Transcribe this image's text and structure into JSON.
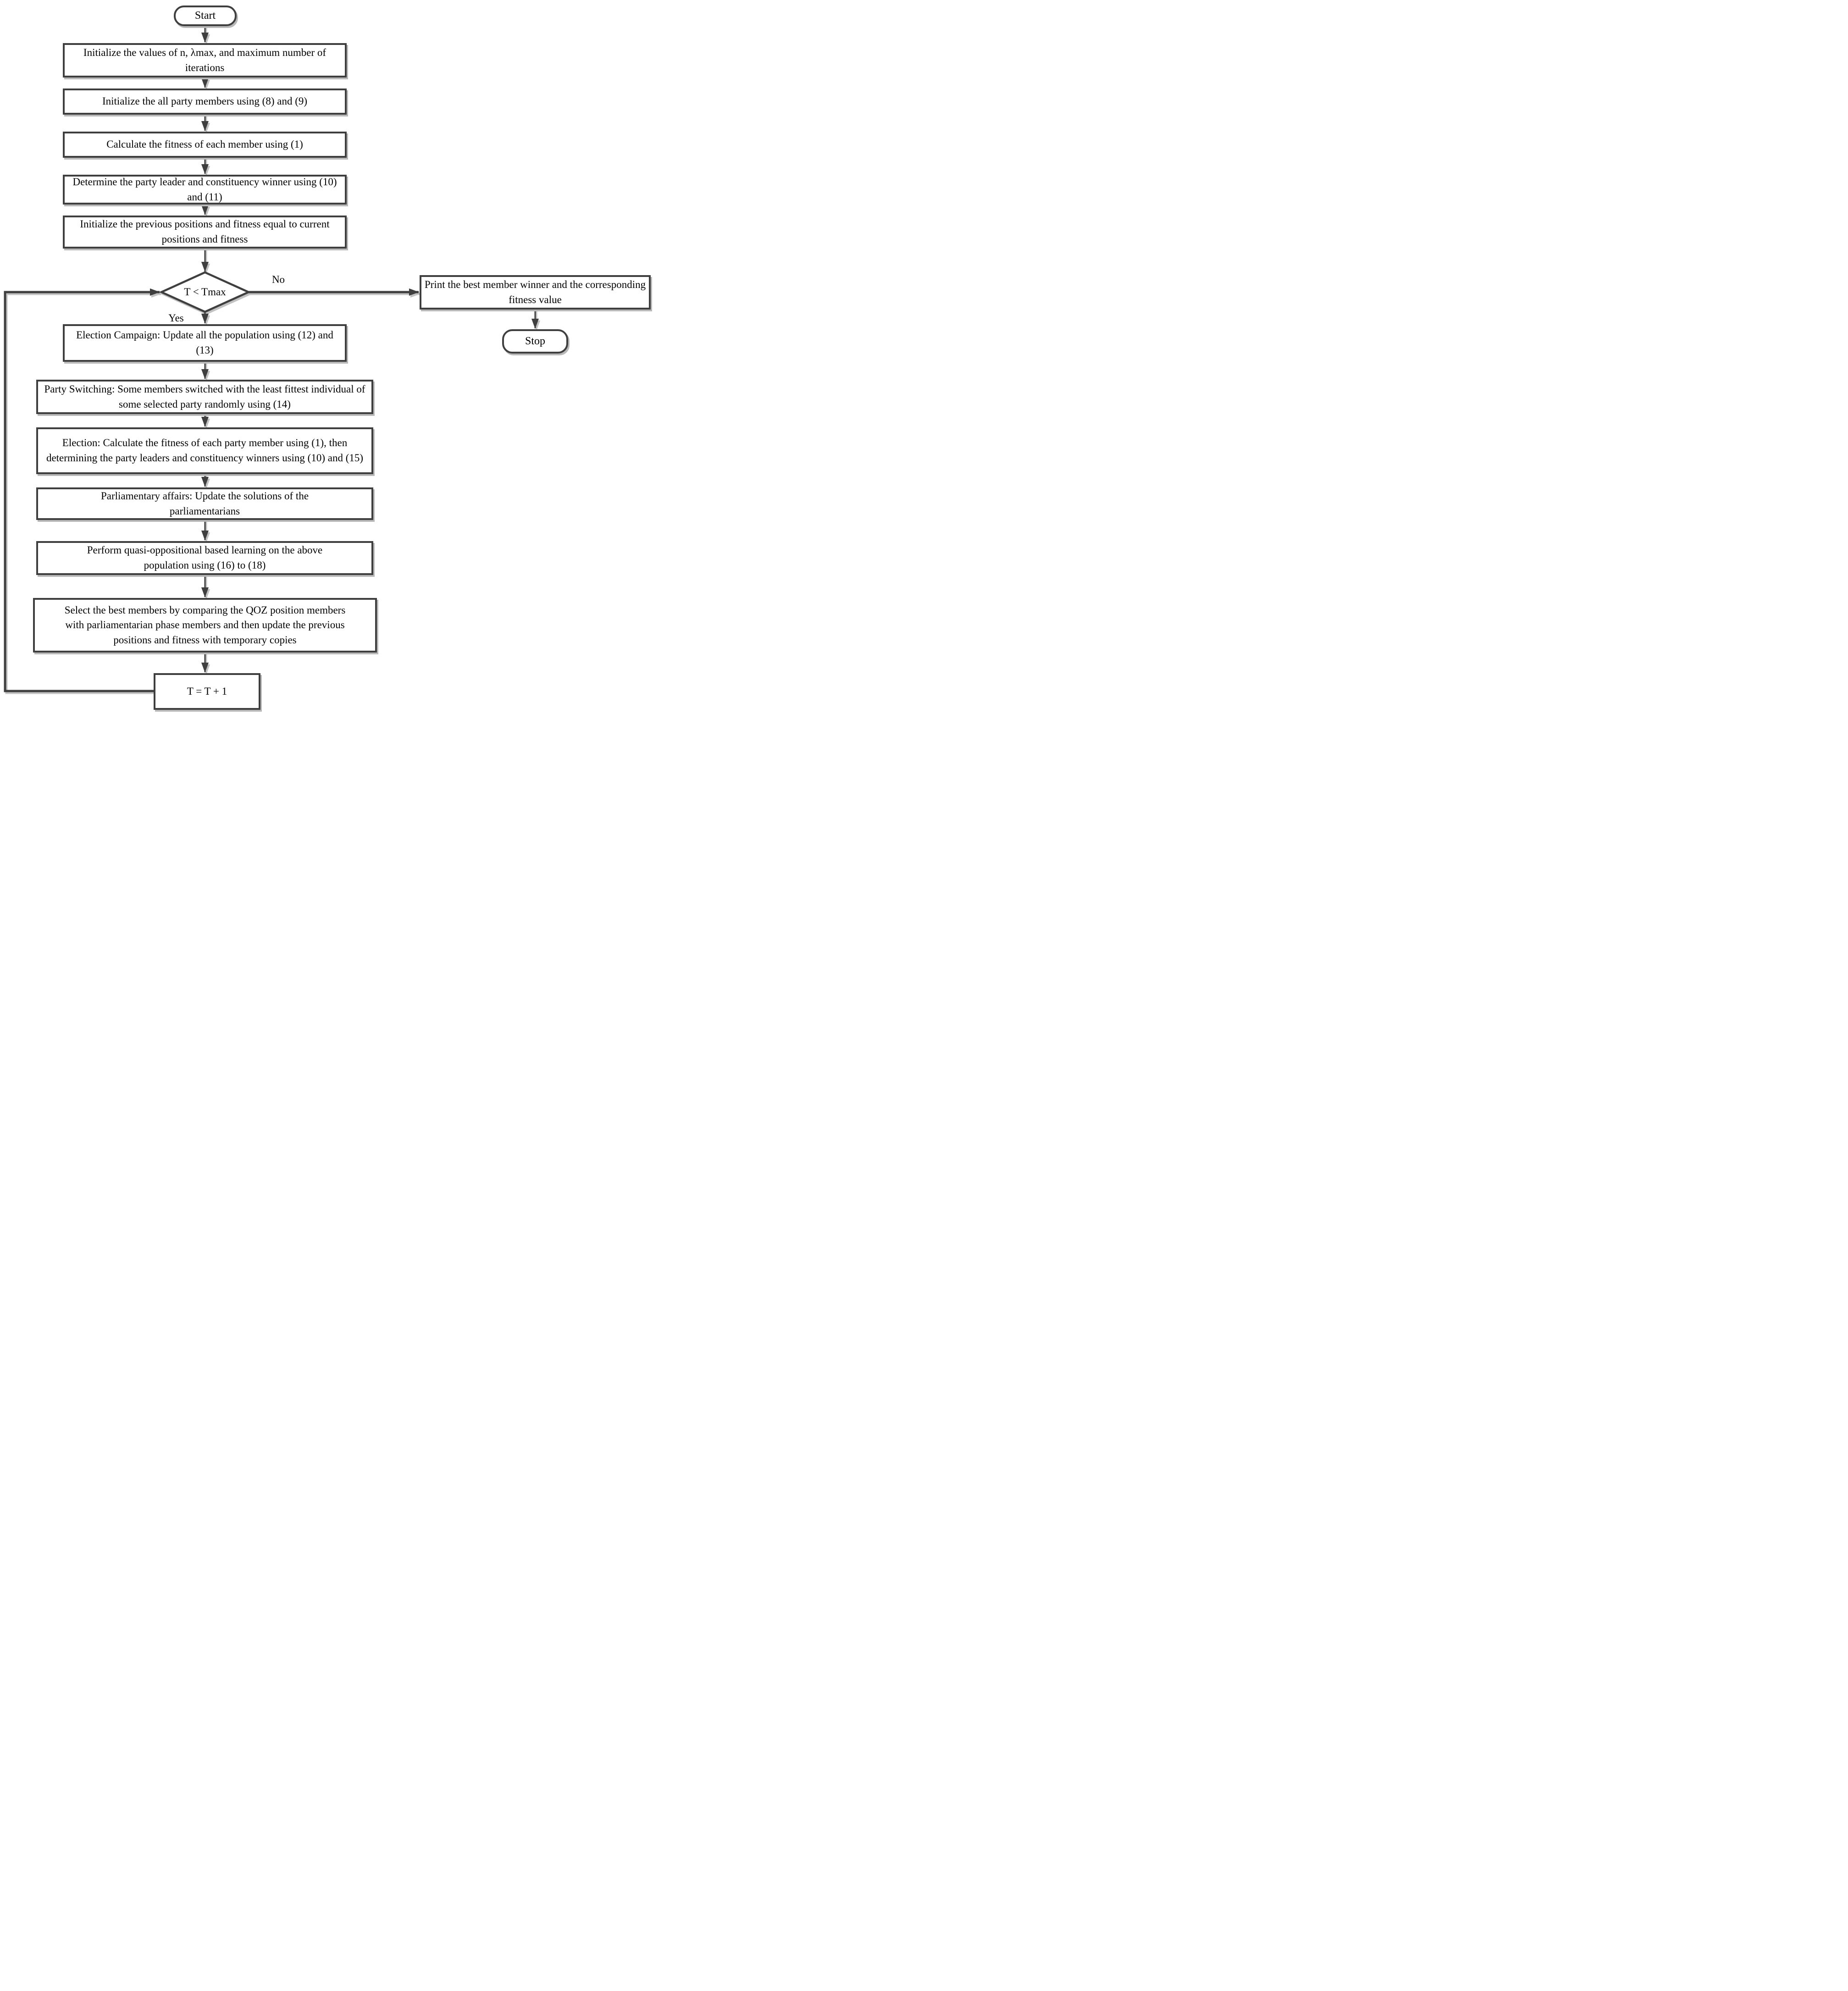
{
  "diagram": {
    "type": "flowchart",
    "colors": {
      "background": "#ffffff",
      "line": "#3f3f3f",
      "text": "#000000",
      "shadow": "#b8b8b8"
    },
    "start_label": "Start",
    "stop_label": "Stop",
    "decision": {
      "label": "T < Tmax",
      "yes": "Yes",
      "no": "No"
    },
    "print_label": "Print the best member winner and the corresponding fitness value",
    "steps": [
      "Initialize the values of n, λmax, and maximum number of iterations",
      "Initialize the all party members using (8) and (9)",
      "Calculate the fitness of each member using (1)",
      "Determine the party leader and constituency winner using (10) and (11)",
      "Initialize the previous positions and fitness equal to current positions and fitness",
      "Election Campaign: Update all the population using (12) and (13)",
      "Party Switching: Some members switched with the least fittest individual of some selected party randomly using (14)",
      "Election: Calculate the fitness of each party member using (1), then determining the party leaders and constituency winners using (10) and (15)",
      "Parliamentary affairs: Update the solutions of the parliamentarians",
      "Perform quasi-oppositional based learning on the above population using (16) to (18)",
      "Select the best members by comparing the QOZ position members with parliamentarian phase members and then update the previous positions and fitness with temporary copies",
      "T = T + 1"
    ]
  }
}
